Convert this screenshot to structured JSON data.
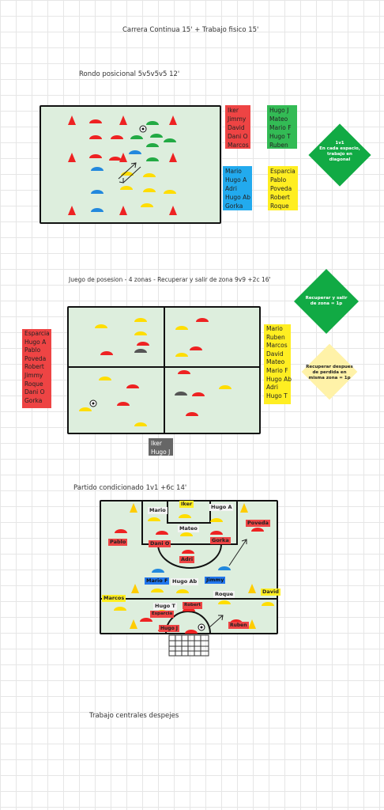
{
  "titles": {
    "t1": "Carrera Continua 15' + Trabajo fisico 15'",
    "t2": "Rondo posicional 5v5v5v5  12'",
    "t3": "Juego de posesion - 4 zonas - Recuperar y salir de zona  9v9 +2c  16'",
    "t4": "Partido condicionado 1v1 +6c  14'",
    "t5": "Trabajo centrales despejes"
  },
  "rondo": {
    "red_team": [
      "Iker",
      "Jimmy",
      "David",
      "Dani O",
      "Marcos"
    ],
    "green_team": [
      "Hugo J",
      "Mateo",
      "Mario F",
      "Hugo T",
      "Ruben"
    ],
    "blue_team": [
      "Mario",
      "Hugo A",
      "Adri",
      "Hugo Ab",
      "Gorka"
    ],
    "yellow_team": [
      "Esparcia",
      "Pablo",
      "Poveda",
      "Robert",
      "Roque"
    ],
    "diamond": [
      "1v1",
      "En cada espacio,",
      "trabajo en",
      "diagonal"
    ]
  },
  "posesion": {
    "red_team": [
      "Esparcia",
      "Hugo A",
      "Pablo",
      "Poveda",
      "Robert",
      "Jimmy",
      "Roque",
      "Dani O",
      "Gorka"
    ],
    "yellow_team": [
      "Mario",
      "Ruben",
      "Marcos",
      "David",
      "Mateo",
      "Mario F",
      "Hugo Ab",
      "Adri",
      "Hugo T"
    ],
    "grey_team": [
      "Iker",
      "Hugo J"
    ],
    "diamond_green": [
      "Recuperar y salir",
      "de zona = 1p"
    ],
    "diamond_yellow": [
      "Recuperar despues",
      "de perdida en",
      "misma zona = 1p"
    ]
  },
  "partido": {
    "labels": {
      "iker": "Iker",
      "mario": "Mario",
      "hugo_a": "Hugo A",
      "mateo": "Mateo",
      "poveda": "Poveda",
      "pablo": "Pablo",
      "dani_o": "Dani O",
      "gorka": "Gorka",
      "adri": "Adri",
      "mario_f": "Mario F",
      "hugo_ab": "Hugo Ab",
      "jimmy": "Jimmy",
      "roque": "Roque",
      "david": "David",
      "marcos": "Marcos",
      "hugo_t": "Hugo T",
      "robert": "Robert",
      "esparcia": "Esparcia",
      "hugo_j": "Hugo J",
      "ruben": "Ruben"
    }
  },
  "colors": {
    "red": "#ee4444",
    "green": "#33bb55",
    "blue": "#22aaee",
    "yellow": "#ffee22",
    "grey": "#666666",
    "pitch": "#ddeedd"
  }
}
